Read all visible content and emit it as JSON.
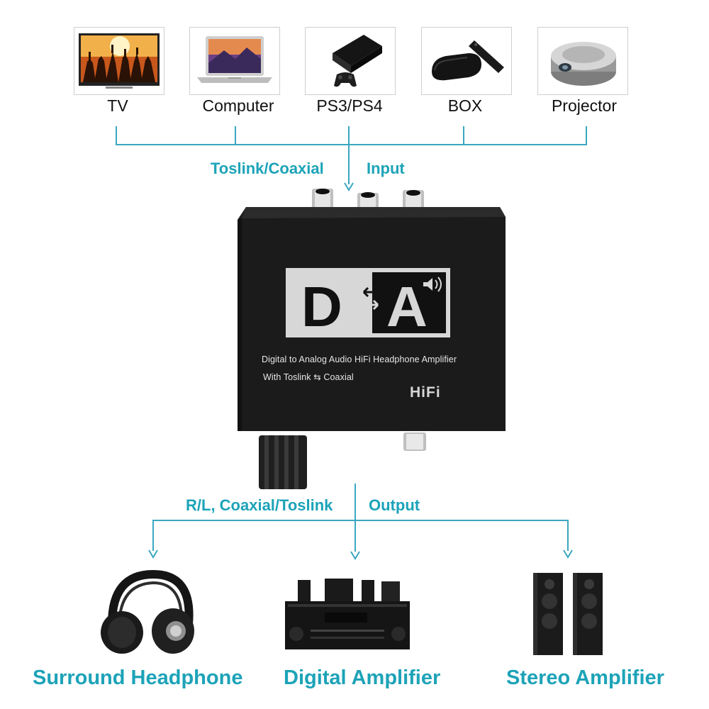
{
  "sources": [
    {
      "label": "TV",
      "icon": "tv-icon"
    },
    {
      "label": "Computer",
      "icon": "laptop-icon"
    },
    {
      "label": "PS3/PS4",
      "icon": "game-console-icon"
    },
    {
      "label": "BOX",
      "icon": "tv-box-icon"
    },
    {
      "label": "Projector",
      "icon": "projector-icon"
    }
  ],
  "input": {
    "left": "Toslink/Coaxial",
    "right": "Input"
  },
  "device": {
    "logo_left": "D",
    "logo_right": "A",
    "description": "Digital to Analog Audio HiFi Headphone Amplifier",
    "with_line": "With Toslink ⇆ Coaxial",
    "badge": "HiFi"
  },
  "output": {
    "left": "R/L, Coaxial/Toslink",
    "right": "Output"
  },
  "outputs": [
    {
      "label": "Surround Headphone",
      "icon": "headphone-icon"
    },
    {
      "label": "Digital Amplifier",
      "icon": "av-receiver-icon"
    },
    {
      "label": "Stereo Amplifier",
      "icon": "speakers-icon"
    }
  ],
  "colors": {
    "accent": "#1da3b8",
    "line": "#3aa7c0",
    "device": "#1b1b1b"
  }
}
